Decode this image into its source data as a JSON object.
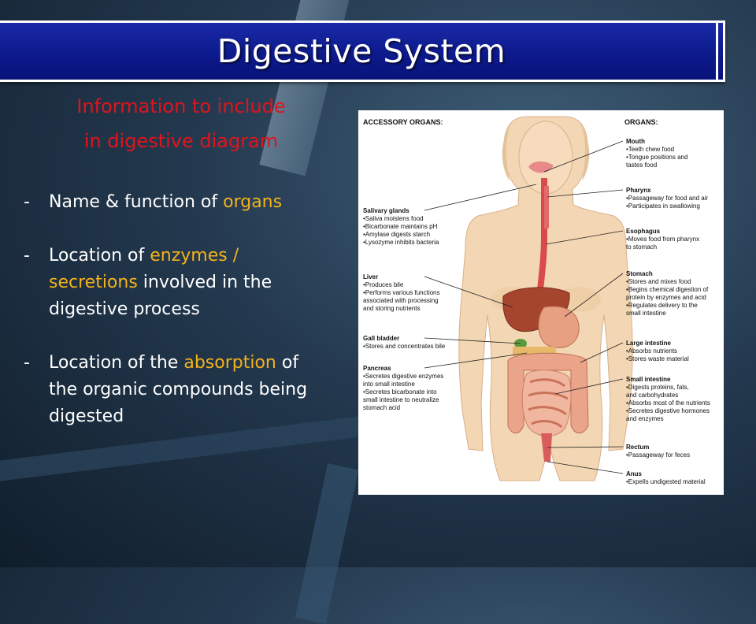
{
  "title": "Digestive System",
  "heading": [
    "Information to include",
    "in digestive diagram"
  ],
  "bullets": [
    {
      "dash": "-",
      "parts": [
        {
          "t": "Name & function of "
        },
        {
          "t": "organs",
          "hl": true
        }
      ]
    },
    {
      "dash": "-",
      "parts": [
        {
          "t": "Location of "
        },
        {
          "t": "enzymes /",
          "hl": true
        },
        {
          "t": " "
        },
        {
          "t": "secretions",
          "hl": true
        },
        {
          "t": " involved in the digestive process"
        }
      ]
    },
    {
      "dash": "-",
      "parts": [
        {
          "t": "Location of the "
        },
        {
          "t": "absorption",
          "hl": true
        },
        {
          "t": " of the organic compounds being digested"
        }
      ]
    }
  ],
  "colors": {
    "heading": "#e0141c",
    "highlight": "#f4b21c",
    "title_bar": "#0d1a8c"
  },
  "diagram": {
    "left_header": "ACCESSORY ORGANS:",
    "right_header": "ORGANS:",
    "left": [
      {
        "name": "Salivary glands",
        "lines": [
          "•Saliva moistens food",
          "•Bicarbonate maintains pH",
          "•Amylase digests starch",
          "•Lysozyme inhibits bacteria"
        ]
      },
      {
        "name": "Liver",
        "lines": [
          "•Produces bile",
          "•Performs various functions",
          "associated with processing",
          "and storing nutrients"
        ]
      },
      {
        "name": "Gall bladder",
        "lines": [
          "•Stores and concentrates bile"
        ]
      },
      {
        "name": "Pancreas",
        "lines": [
          "•Secretes digestive enzymes",
          "into small intestine",
          "•Secretes bicarbonate into",
          "small intestine to neutralize",
          "stomach acid"
        ]
      }
    ],
    "right": [
      {
        "name": "Mouth",
        "lines": [
          "•Teeth chew food",
          "•Tongue positions and",
          "tastes food"
        ]
      },
      {
        "name": "Pharynx",
        "lines": [
          "•Passageway for food and air",
          "•Participates in swallowing"
        ]
      },
      {
        "name": "Esophagus",
        "lines": [
          "•Moves food from pharynx",
          "to stomach"
        ]
      },
      {
        "name": "Stomach",
        "lines": [
          "•Stores and mixes food",
          "•Begins chemical digestion of",
          "protein by enzymes and acid",
          "•Regulates delivery to the",
          "small intestine"
        ]
      },
      {
        "name": "Large intestine",
        "lines": [
          "•Absorbs nutrients",
          "•Stores waste material"
        ]
      },
      {
        "name": "Small intestine",
        "lines": [
          "•Digests proteins, fats,",
          "and carbohydrates",
          "•Absorbs most of the nutrients",
          "•Secretes digestive hormones",
          "and enzymes"
        ]
      },
      {
        "name": "Rectum",
        "lines": [
          "•Passageway for feces"
        ]
      },
      {
        "name": "Anus",
        "lines": [
          "•Expells undigested material"
        ]
      }
    ]
  }
}
